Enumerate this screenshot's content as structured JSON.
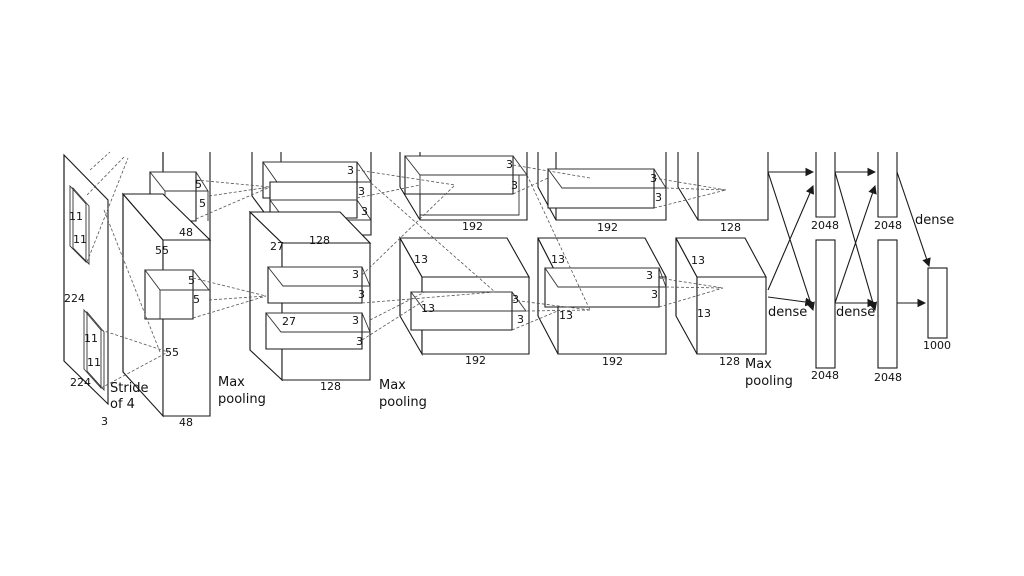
{
  "labels": {
    "input_kernel_h": "11",
    "input_kernel_w": "11",
    "input_kernel2_h": "11",
    "input_kernel2_w": "11",
    "input_height": "224",
    "input_width": "224",
    "input_depth": "3",
    "stride": "Stride\nof 4",
    "conv1_top_kernel_a": "5",
    "conv1_top_kernel_b": "5",
    "conv1_top_depth": "48",
    "conv1_bottom_kernel_a": "5",
    "conv1_bottom_kernel_b": "5",
    "conv1_size_a": "55",
    "conv1_size_b": "55",
    "conv1_bottom_depth": "48",
    "pool1": "Max\npooling",
    "conv2_top_k1": "3",
    "conv2_top_k2": "3",
    "conv2_top_k3": "3",
    "conv2_top_depth": "128",
    "conv2_size_a": "27",
    "conv2_size_b": "27",
    "conv2_bottom_k1": "3",
    "conv2_bottom_k2": "3",
    "conv2_bottom_k3": "3",
    "conv2_bottom_k4": "3",
    "conv2_bottom_depth": "128",
    "pool2": "Max\npooling",
    "conv3_top_k1": "3",
    "conv3_top_k2": "3",
    "conv3_top_depth": "192",
    "conv3_bottom_size_a": "13",
    "conv3_bottom_size_b": "13",
    "conv3_bottom_k1": "3",
    "conv3_bottom_k2": "3",
    "conv3_bottom_depth": "192",
    "conv4_top_k1": "3",
    "conv4_top_k2": "3",
    "conv4_top_depth": "192",
    "conv4_bottom_size_a": "13",
    "conv4_bottom_size_b": "13",
    "conv4_bottom_k1": "3",
    "conv4_bottom_k2": "3",
    "conv4_bottom_depth": "192",
    "conv5_top_depth": "128",
    "conv5_bottom_size_a": "13",
    "conv5_bottom_size_b": "13",
    "conv5_bottom_depth": "128",
    "pool3": "Max\npooling",
    "dense1_top": "2048",
    "dense1_bottom": "2048",
    "dense2_top": "2048",
    "dense2_bottom": "2048",
    "dense_label_a": "dense",
    "dense_label_b": "dense",
    "dense_label_c": "dense",
    "output": "1000"
  }
}
